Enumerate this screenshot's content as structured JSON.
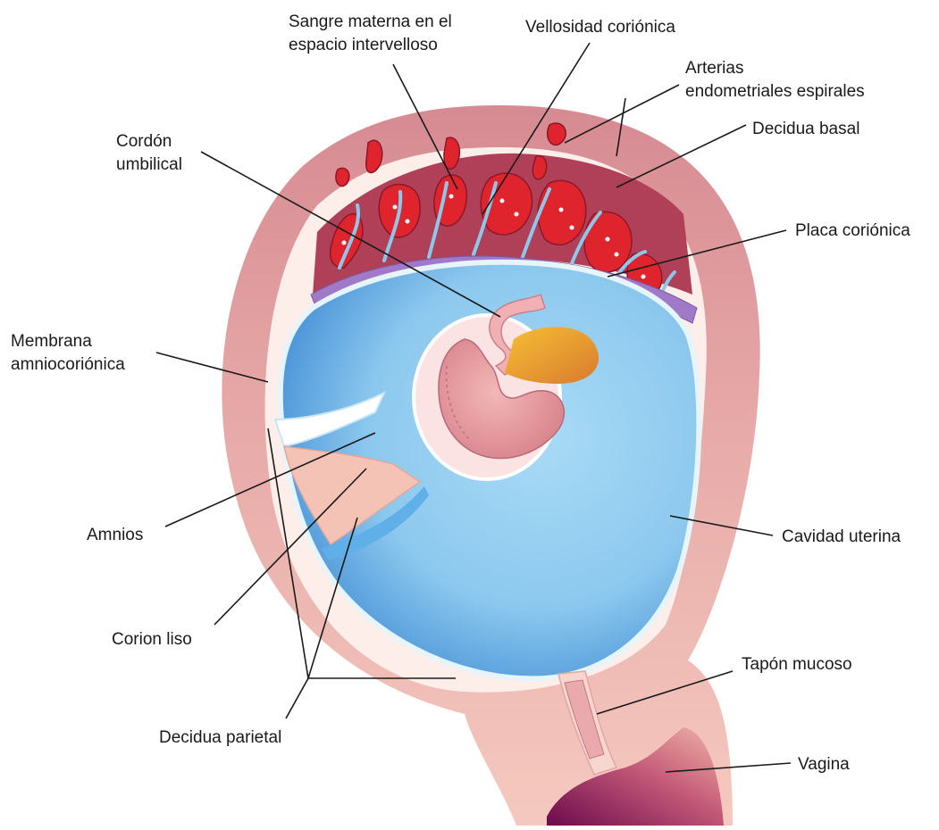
{
  "labels": {
    "sangre_materna": [
      "Sangre materna en el",
      "espacio intervelloso"
    ],
    "vellosidad": "Vellosidad coriónica",
    "arterias": [
      "Arterias",
      "endometriales espirales"
    ],
    "decidua_basal": "Decidua basal",
    "cordon": [
      "Cordón",
      "umbilical"
    ],
    "placa": "Placa coriónica",
    "membrana": [
      "Membrana",
      "amniocoriónica"
    ],
    "amnios": "Amnios",
    "cavidad": "Cavidad uterina",
    "corion_liso": "Corion liso",
    "tapon": "Tapón mucoso",
    "vagina": "Vagina",
    "decidua_parietal": "Decidua parietal"
  },
  "colors": {
    "uterine_wall": "#d9939a",
    "uterine_wall_light": "#f4c6be",
    "decidua_pale": "#fbe1da",
    "amniotic_fluid": "#8fc9ee",
    "amniotic_deep": "#3d8fd6",
    "placenta_red": "#e0242e",
    "placenta_dark": "#a8344a",
    "embryo_pink": "#e8a0a6",
    "yolk_sac": "#f0a030",
    "villi": "#8cc8ea",
    "mucus_plug": "#e8b0b0",
    "vagina_inner": "#7a1050"
  }
}
